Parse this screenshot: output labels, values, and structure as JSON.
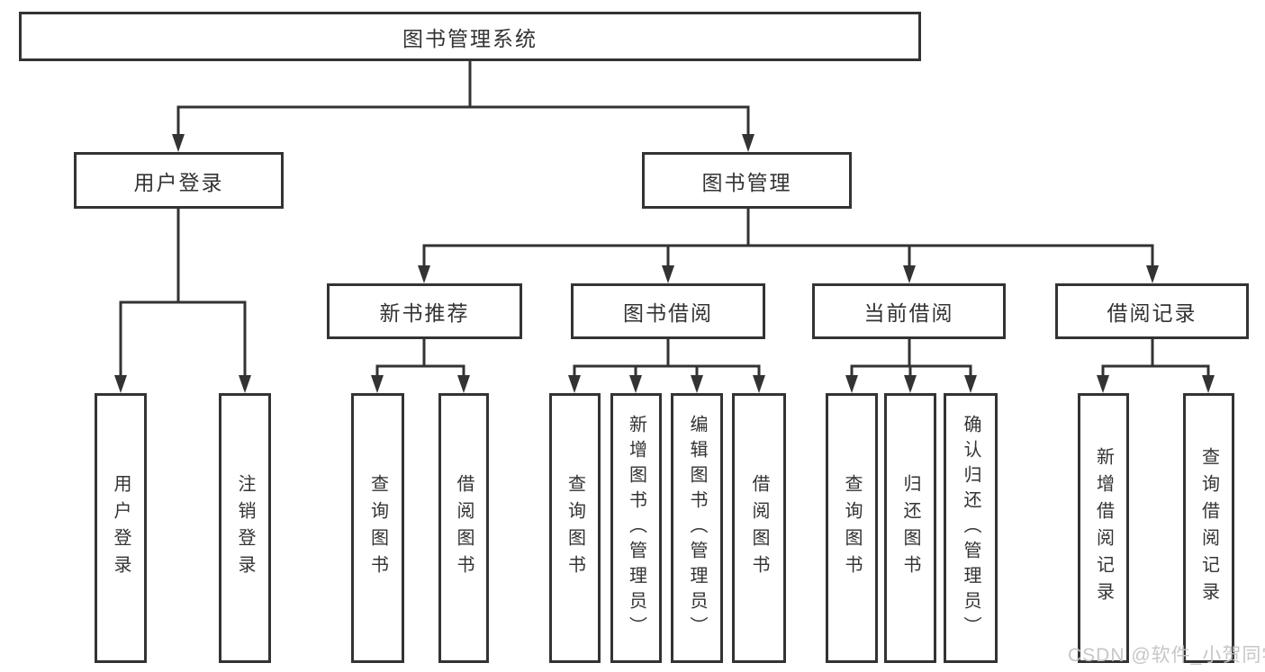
{
  "colors": {
    "line": "#333333",
    "text": "#333333",
    "box_background": "#ffffff",
    "watermark": "#c3c3c3"
  },
  "tree": {
    "root": "图书管理系统",
    "children": [
      {
        "label": "用户登录",
        "children": [
          "用户登录",
          "注销登录"
        ]
      },
      {
        "label": "图书管理",
        "children": [
          {
            "label": "新书推荐",
            "children": [
              "查询图书",
              "借阅图书"
            ]
          },
          {
            "label": "图书借阅",
            "children": [
              "查询图书",
              "新增图书（管理员）",
              "编辑图书（管理员）",
              "借阅图书"
            ]
          },
          {
            "label": "当前借阅",
            "children": [
              "查询图书",
              "归还图书",
              "确认归还（管理员）"
            ]
          },
          {
            "label": "借阅记录",
            "children": [
              "新增借阅记录",
              "查询借阅记录"
            ]
          }
        ]
      }
    ]
  },
  "watermark": {
    "text": "CSDN @软件_小贺同学"
  }
}
